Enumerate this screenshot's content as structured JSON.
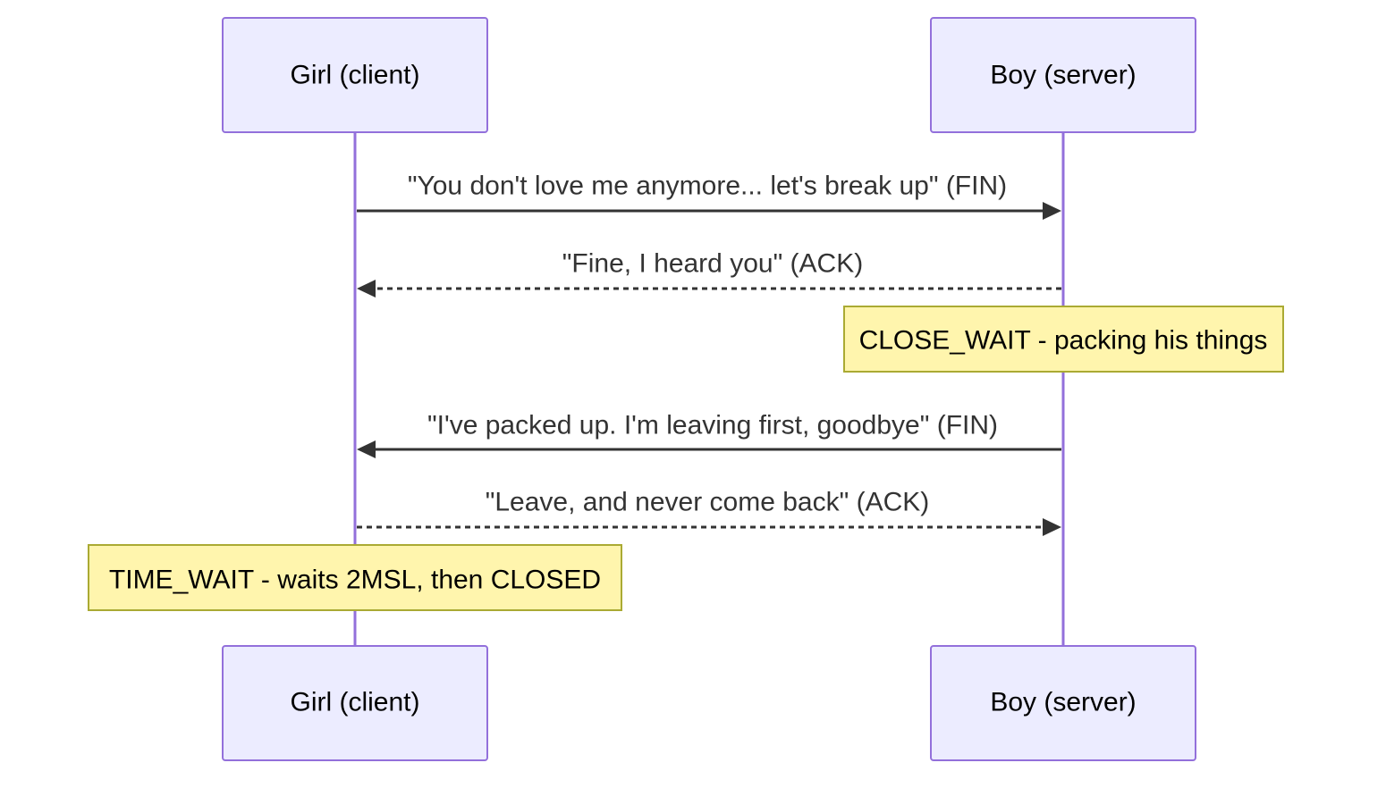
{
  "participants": {
    "client": {
      "label": "Girl (client)"
    },
    "server": {
      "label": "Boy (server)"
    }
  },
  "colors": {
    "actor_fill": "#ECECFF",
    "actor_border": "#9370DB",
    "lifeline": "#9370DB",
    "message": "#333333",
    "note_fill": "#FFF5AD",
    "note_border": "#AAAA33"
  },
  "messages": [
    {
      "from": "client",
      "to": "server",
      "style": "solid",
      "label": "\"You don't love me anymore... let's break up\" (FIN)"
    },
    {
      "from": "server",
      "to": "client",
      "style": "dashed",
      "label": "\"Fine, I heard you\" (ACK)"
    },
    {
      "from": "server",
      "to": "client",
      "style": "solid",
      "label": "\"I've packed up. I'm leaving first, goodbye\" (FIN)"
    },
    {
      "from": "client",
      "to": "server",
      "style": "dashed",
      "label": "\"Leave, and never come back\" (ACK)"
    }
  ],
  "notes": [
    {
      "over": "server",
      "text": "CLOSE_WAIT - packing his things"
    },
    {
      "over": "client",
      "text": "TIME_WAIT - waits 2MSL, then CLOSED"
    }
  ]
}
